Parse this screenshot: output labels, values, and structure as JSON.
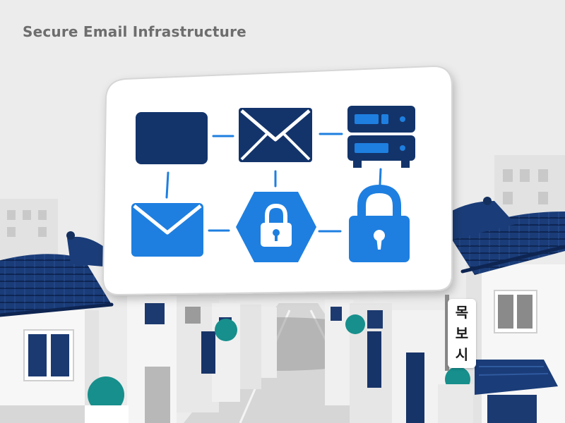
{
  "title": "Secure Email Infrastructure",
  "sign": {
    "chars": [
      "목",
      "보",
      "시"
    ]
  },
  "colors": {
    "navy": "#13346b",
    "blue": "#1e7fe0",
    "connector": "#1e7fe0",
    "card": "#ffffff",
    "background": "#ededed"
  },
  "diagram": {
    "nodes": [
      {
        "id": "dark-box",
        "icon": "folder-box-icon"
      },
      {
        "id": "envelope-dark",
        "icon": "envelope-icon"
      },
      {
        "id": "server",
        "icon": "server-rack-icon"
      },
      {
        "id": "envelope-blue",
        "icon": "envelope-icon"
      },
      {
        "id": "hex-lock",
        "icon": "hexagon-lock-icon"
      },
      {
        "id": "padlock",
        "icon": "padlock-icon"
      }
    ],
    "edges": [
      [
        "dark-box",
        "envelope-dark"
      ],
      [
        "envelope-dark",
        "server"
      ],
      [
        "dark-box",
        "envelope-blue"
      ],
      [
        "envelope-dark",
        "hex-lock"
      ],
      [
        "server",
        "padlock"
      ],
      [
        "envelope-blue",
        "hex-lock"
      ],
      [
        "hex-lock",
        "padlock"
      ]
    ]
  }
}
